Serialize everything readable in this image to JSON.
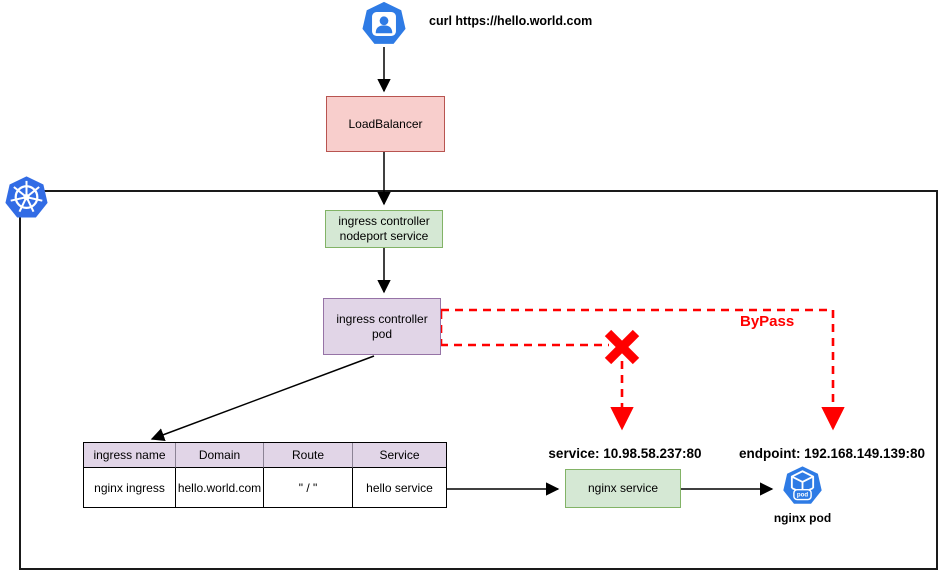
{
  "diagram": {
    "request_label": "curl https://hello.world.com",
    "nodes": {
      "load_balancer": {
        "label": "LoadBalancer",
        "fill": "#f8cecc",
        "border": "#b85450"
      },
      "nodeport_service": {
        "label": "ingress controller\nnodeport service",
        "fill": "#d5e8d4",
        "border": "#82b366"
      },
      "ingress_pod": {
        "label": "ingress controller\npod",
        "fill": "#e1d5e7",
        "border": "#9673a6"
      },
      "nginx_service": {
        "label": "nginx service",
        "fill": "#d5e8d4",
        "border": "#82b366"
      },
      "nginx_pod": {
        "label": "nginx pod",
        "badge": "pod"
      }
    },
    "annotations": {
      "bypass": "ByPass",
      "service_endpoint": "service: 10.98.58.237:80",
      "pod_endpoint": "endpoint: 192.168.149.139:80"
    },
    "routing_table": {
      "headers": [
        "ingress name",
        "Domain",
        "Route",
        "Service"
      ],
      "rows": [
        [
          "nginx ingress",
          "hello.world.com",
          "\" / \"",
          "hello service"
        ]
      ]
    },
    "icons": {
      "user": "user-icon",
      "kubernetes": "kubernetes-icon",
      "pod": "pod-icon"
    },
    "colors": {
      "kubernetes_blue": "#326ce5",
      "icon_blue": "#2e7be5",
      "arrow_black": "#000000",
      "bypass_red": "#ff0000",
      "cluster_border": "#1a1a1a"
    }
  }
}
